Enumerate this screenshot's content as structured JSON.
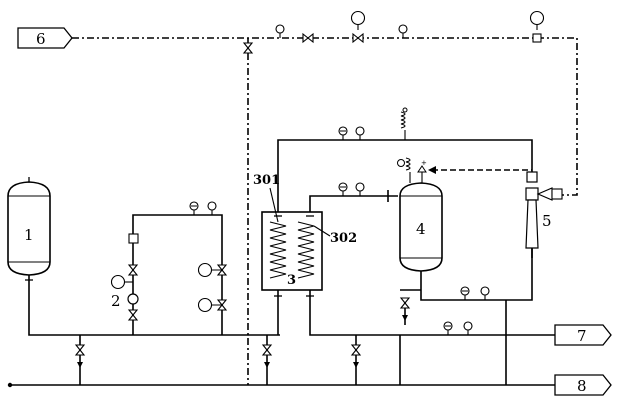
{
  "labels": {
    "tank1": "1",
    "pump2": "2",
    "hx3": "3",
    "hx301": "301",
    "hx302": "302",
    "tank4": "4",
    "ejector5": "5",
    "port6": "6",
    "port7": "7",
    "port8": "8"
  }
}
